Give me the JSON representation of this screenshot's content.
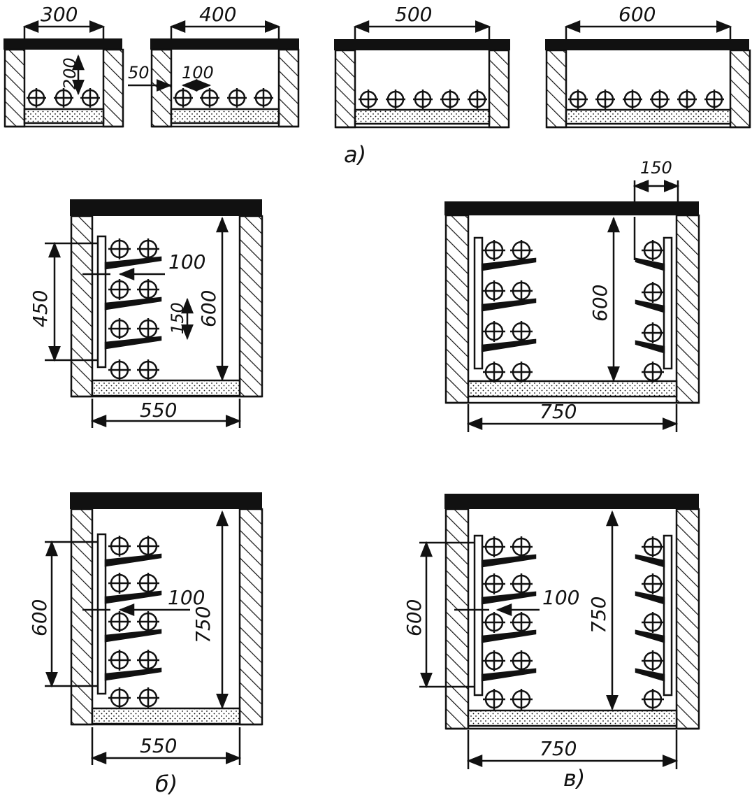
{
  "captions": {
    "a": "а)",
    "b": "б)",
    "v": "в)"
  },
  "row_a": {
    "d300": "300",
    "d400": "400",
    "d500": "500",
    "d600": "600",
    "d200": "200",
    "d50": "50",
    "d100": "100"
  },
  "panel_b_top": {
    "d450": "450",
    "d100": "100",
    "d150": "150",
    "d600": "600",
    "d550": "550"
  },
  "panel_v_top": {
    "d150": "150",
    "d600": "600",
    "d750": "750"
  },
  "panel_b_bottom": {
    "d600": "600",
    "d100": "100",
    "d750": "750",
    "d550": "550"
  },
  "panel_v_bottom": {
    "d600": "600",
    "d100": "100",
    "d750": "750"
  },
  "colors": {
    "ink": "#111111",
    "paper": "#ffffff",
    "fill": "#e6e6e6"
  }
}
